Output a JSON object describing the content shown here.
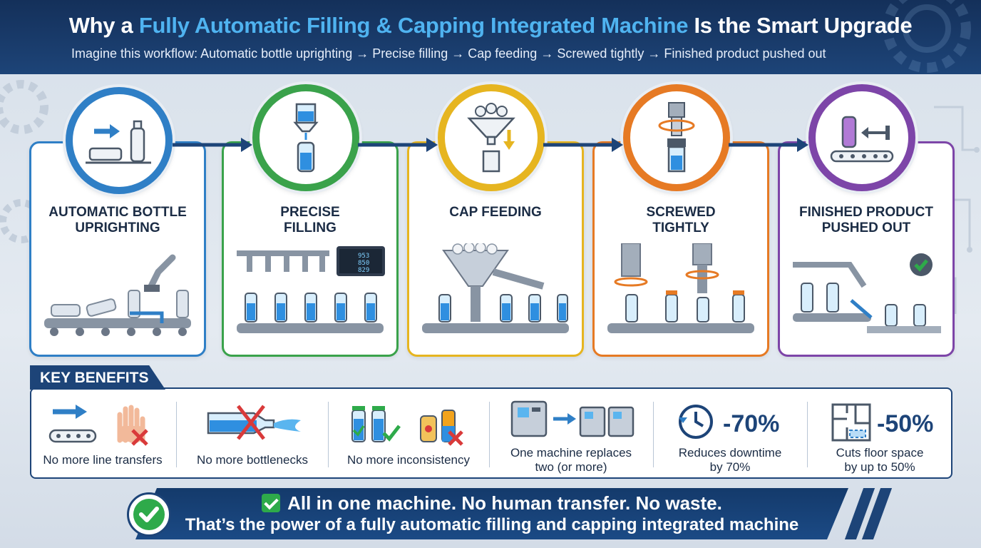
{
  "header": {
    "title_prefix": "Why a ",
    "title_highlight": "Fully Automatic Filling & Capping Integrated Machine",
    "title_suffix": " Is the Smart Upgrade",
    "subtitle": "Imagine this workflow: Automatic bottle uprighting → Precise filling → Cap feeding → Screwed tightly → Finished product pushed out"
  },
  "steps": [
    {
      "label": "AUTOMATIC BOTTLE UPRIGHTING",
      "color": "#2f7fc6",
      "icon": "bottle-uprighting-icon"
    },
    {
      "label": "PRECISE FILLING",
      "color": "#3aa24b",
      "icon": "filling-nozzle-icon"
    },
    {
      "label": "CAP FEEDING",
      "color": "#e6b520",
      "icon": "cap-funnel-icon"
    },
    {
      "label": "SCREWED TIGHTLY",
      "color": "#e67a24",
      "icon": "screw-cap-icon"
    },
    {
      "label": "FINISHED PRODUCT PUSHED OUT",
      "color": "#7d45a8",
      "icon": "push-out-icon"
    }
  ],
  "filling_display": {
    "line1": "953",
    "line2": "850",
    "line3": "829"
  },
  "benefits": {
    "tag": "KEY BENEFITS",
    "items": [
      {
        "caption": "No more line transfers",
        "icon": "conveyor-no-hand-icon"
      },
      {
        "caption": "No more bottlenecks",
        "icon": "bottleneck-spill-icon"
      },
      {
        "caption": "No more inconsistency",
        "icon": "consistent-bottles-icon"
      },
      {
        "caption_line1": "One machine replaces",
        "caption_line2": "two (or more)",
        "icon": "machine-replaces-icon"
      },
      {
        "caption_line1": "Reduces downtime",
        "caption_line2": "by 70%",
        "value": "-70%",
        "icon": "clock-icon"
      },
      {
        "caption_line1": "Cuts floor space",
        "caption_line2": "by up to 50%",
        "value": "-50%",
        "icon": "floor-plan-icon"
      }
    ]
  },
  "footer": {
    "line1": "All in one machine. No human transfer. No waste.",
    "line2": "That’s the power of a fully automatic filling and capping integrated machine"
  },
  "colors": {
    "navy": "#1d4478",
    "accent": "#4fb3f0",
    "check": "#2eaa4a",
    "cross": "#d93a3a"
  }
}
